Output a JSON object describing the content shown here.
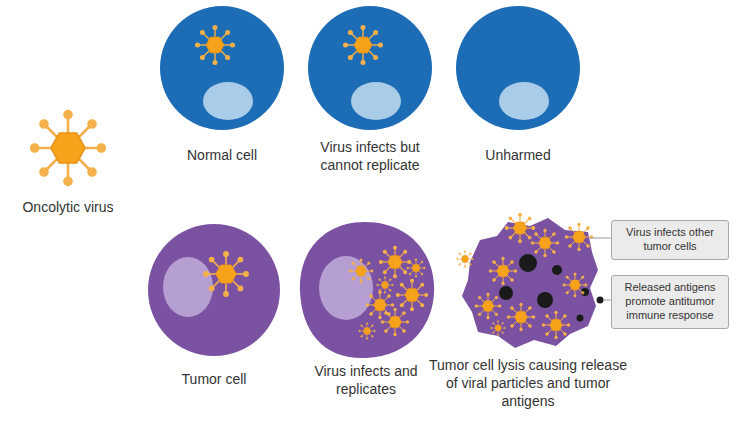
{
  "diagram": {
    "nodes": [
      {
        "text": [
          "Virus infects other tumor cells"
        ]
      },
      {
        "text": [
          "Released antigens promote antitumor immune response"
        ]
      }
    ],
    "labels": [
      "Oncolytic virus",
      "Normal cell",
      "Virus infects but cannot replicate",
      "Unharmed",
      "Tumor cell",
      "Virus infects and replicates",
      "Tumor cell lysis causing release of viral particles and tumor antigens"
    ]
  }
}
